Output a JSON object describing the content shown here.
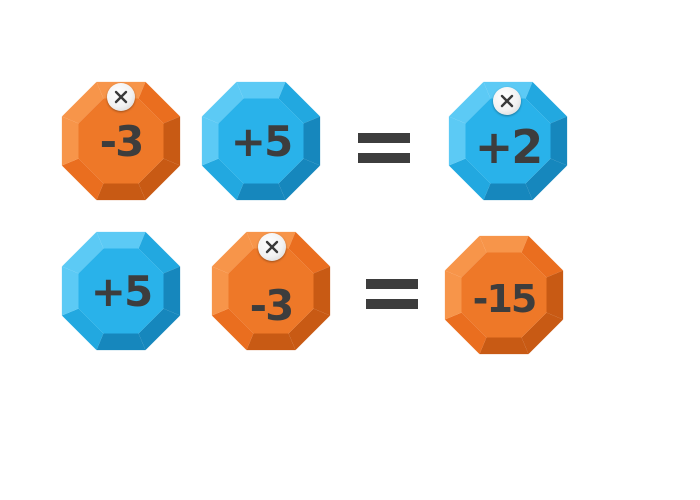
{
  "palette": {
    "orange": {
      "base": "#ea6e1f",
      "light": "#f7954a",
      "dark": "#c85a14",
      "face": "#ee7828"
    },
    "blue": {
      "base": "#22a8e0",
      "light": "#5ccaf5",
      "dark": "#1687bd",
      "face": "#29b2ea"
    },
    "text": "#3d3d3d"
  },
  "rows": [
    {
      "left": {
        "value": "-3",
        "color": "orange",
        "removable": true
      },
      "right": {
        "value": "+5",
        "color": "blue",
        "removable": false
      },
      "equals": "=",
      "result": {
        "value": "+2",
        "color": "blue",
        "removable": true
      }
    },
    {
      "left": {
        "value": "+5",
        "color": "blue",
        "removable": false
      },
      "right": {
        "value": "-3",
        "color": "orange",
        "removable": true
      },
      "equals": "=",
      "result": {
        "value": "-15",
        "color": "orange",
        "removable": false
      }
    }
  ],
  "icons": {
    "remove": "close-icon"
  }
}
